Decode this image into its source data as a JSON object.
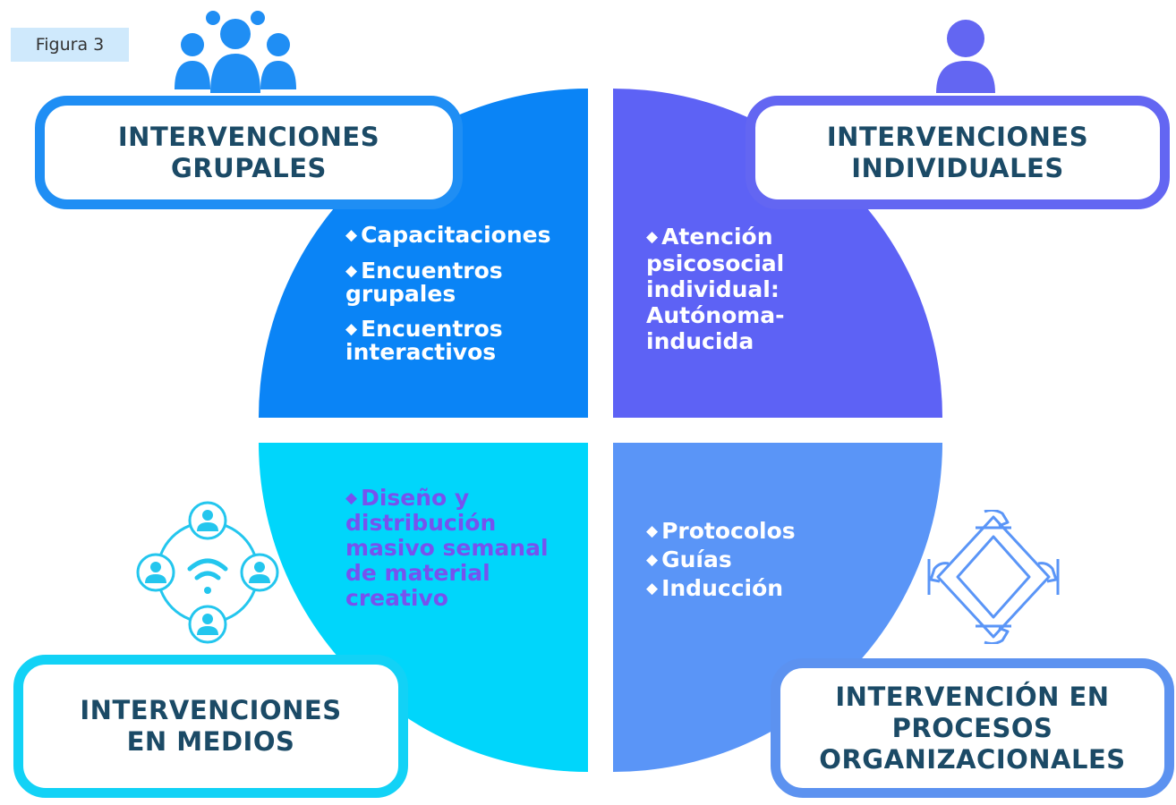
{
  "figure_label": "Figura 3",
  "quadrants": {
    "grupales": {
      "title": "INTERVENCIONES GRUPALES",
      "title_lines": [
        "INTERVENCIONES",
        "GRUPALES"
      ],
      "color": "#0a84f6",
      "items": [
        "Capacitaciones",
        "Encuentros grupales",
        "Encuentros interactivos"
      ],
      "icon": "group-people-icon"
    },
    "individuales": {
      "title_lines": [
        "INTERVENCIONES",
        "INDIVIDUALES"
      ],
      "color": "#5d62f5",
      "items": [
        "Atención psicosocial individual: Autónoma-inducida"
      ],
      "icon": "person-icon"
    },
    "medios": {
      "title_lines": [
        "INTERVENCIONES",
        "EN MEDIOS"
      ],
      "color": "#00d6fb",
      "items": [
        "Diseño y distribución masivo semanal de material creativo"
      ],
      "icon": "wifi-network-people-icon"
    },
    "procesos": {
      "title_lines": [
        "INTERVENCIÓN EN",
        "PROCESOS",
        "ORGANIZACIONALES"
      ],
      "color": "#5a95f7",
      "items": [
        "Protocolos",
        "Guías",
        "Inducción"
      ],
      "icon": "linked-hands-icon"
    }
  },
  "colors": {
    "text_dark": "#1b4a66",
    "medios_text": "#7752ee"
  },
  "bullet_symbol": "◆"
}
